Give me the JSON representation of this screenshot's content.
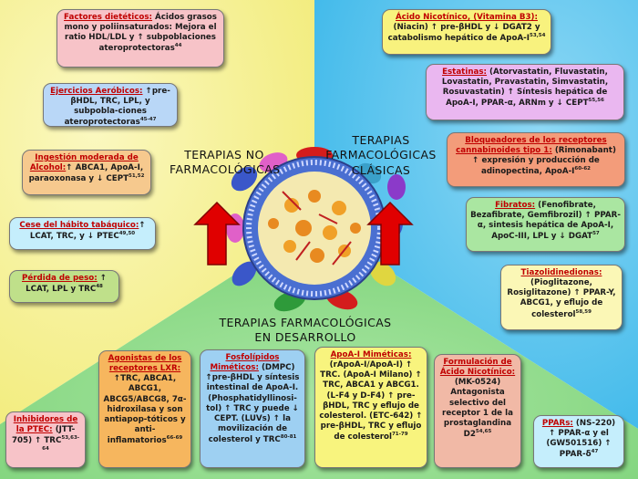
{
  "colors": {
    "left_bg": "#f7f39a",
    "right_bg": "#59c6ef",
    "bottom_bg": "#8fdc8c",
    "arrow": "#e00000"
  },
  "headings": {
    "non_pharma": "TERAPIAS NO FARMACOLÓGICAS",
    "classic": "TERAPIAS FARMACOLÓGICAS CLÁSICAS",
    "development": "TERAPIAS FARMACOLÓGICAS EN DESARROLLO"
  },
  "boxes": {
    "factores": {
      "title": "Factores dietéticos:",
      "body": " Ácidos grasos mono y poliinsaturados: Mejora el ratio HDL/LDL y ↑ subpoblaciones ateroprotectoras",
      "ref": "44"
    },
    "ejercicios": {
      "title": "Ejercicios Aeróbicos:",
      "body": " ↑pre-βHDL, TRC, LPL, y subpobla-ciones ateroprotectoras",
      "ref": "45-47"
    },
    "alcohol": {
      "title": "Ingestión moderada de Alcohol:",
      "body": "↑ ABCA1, ApoA-I, paraoxonasa y ↓ CEPT",
      "ref": "51,52"
    },
    "tabaco": {
      "title": "Cese del hábito tabáquico:",
      "body": "↑ LCAT, TRC, y ↓ PTEC",
      "ref": "49,50"
    },
    "peso": {
      "title": "Pérdida de peso:",
      "body": " ↑ LCAT, LPL y TRC",
      "ref": "48"
    },
    "nicotinico": {
      "title": "Ácido Nicotínico, (Vitamina B3):",
      "body": " (Niacin) ↑ pre-βHDL y ↓ DGAT2 y catabolismo hepático de ApoA-I",
      "ref": "53,54"
    },
    "estatinas": {
      "title": "Estatinas:",
      "body": " (Atorvastatin, Fluvastatin, Lovastatin, Pravastatin, Simvastatin, Rosuvastatin) ↑ Síntesis hepática de ApoA-I, PPAR-α, ARNm y ↓ CEPT",
      "ref": "55,56"
    },
    "bloqueadores": {
      "title": "Bloqueadores de los receptores cannabinoides tipo 1:",
      "body": " (Rimonabant) ↑ expresión y producción de adinopectina, ApoA-I",
      "ref": "60-62"
    },
    "fibratos": {
      "title": "Fibratos:",
      "body": " (Fenofibrate, Bezafibrate, Gemfibrozil) ↑ PPAR-α, sintesis hepática de ApoA-I, ApoC-III, LPL y ↓ DGAT",
      "ref": "57"
    },
    "tiazolidinedionas": {
      "title": "Tiazolidinedionas:",
      "body": " (Pioglitazone, Rosiglitazone) ↑ PPAR-Y, ABCG1, y eflujo de colesterol",
      "ref": "58,59"
    },
    "ptec": {
      "title": "Inhibidores de la PTEC:",
      "body": " (JTT-705) ↑ TRC",
      "ref": "53,63-64"
    },
    "lxr": {
      "title": "Agonistas de los receptores LXR:",
      "body": " ↑TRC, ABCA1, ABCG1, ABCG5/ABCG8, 7α-hidroxilasa y son antiapop-tóticos y anti-inflamatorios",
      "ref": "66-69"
    },
    "fosfolipidos": {
      "title": "Fosfolípidos Miméticos:",
      "body": " (DMPC) ↑pre-βHDL y síntesis intestinal de ApoA-I. (Phosphatidyllinosi-tol) ↑ TRC y puede ↓ CEPT. (LUVs) ↑ la movilización de colesterol y TRC",
      "ref": "80-81"
    },
    "apoa": {
      "title": "ApoA-I Miméticas:",
      "body": " (rApoA-I/ApoA-I) ↑ TRC. (ApoA-I Milano) ↑ TRC, ABCA1 y ABCG1. (L-F4 y D-F4) ↑ pre-βHDL, TRC y eflujo de colesterol. (ETC-642) ↑ pre-βHDL, TRC y eflujo de colesterol",
      "ref": "71-79"
    },
    "formulacion": {
      "title": "Formulación de Ácido Nicotínico:",
      "body": " (MK-0524) Antagonista selectivo del receptor 1 de la prostaglandina D2",
      "ref": "54,65"
    },
    "ppars": {
      "title": "PPARs:",
      "body": " (NS-220) ↑ PPAR-α y el (GW501516) ↑ PPAR-δ",
      "ref": "47"
    }
  }
}
